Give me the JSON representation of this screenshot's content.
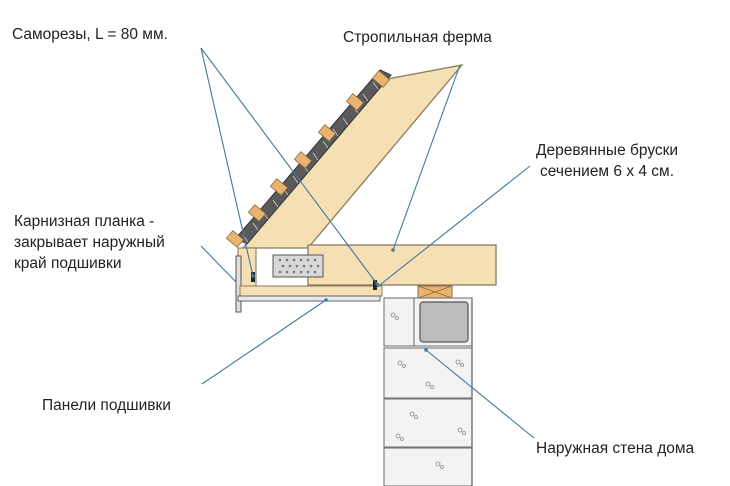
{
  "labels": {
    "screws": "Саморезы, L = 80 мм.",
    "truss": "Стропильная ферма",
    "bars_line1": "Деревянные бруски",
    "bars_line2": "сечением 6 х 4 см.",
    "fascia_line1": "Карнизная планка -",
    "fascia_line2": "закрывает наружный",
    "fascia_line3": "край подшивки",
    "soffit": "Панели подшивки",
    "wall": "Наружная стена дома"
  },
  "colors": {
    "wood": "#f7dfb4",
    "wood_edge": "#8a7a60",
    "leader": "#3f7aa0",
    "block": "#f3f3f3",
    "block_edge": "#777777",
    "roof_dark": "#4a4a4a",
    "batten": "#e9b46f",
    "plate": "#d8d8d8"
  }
}
